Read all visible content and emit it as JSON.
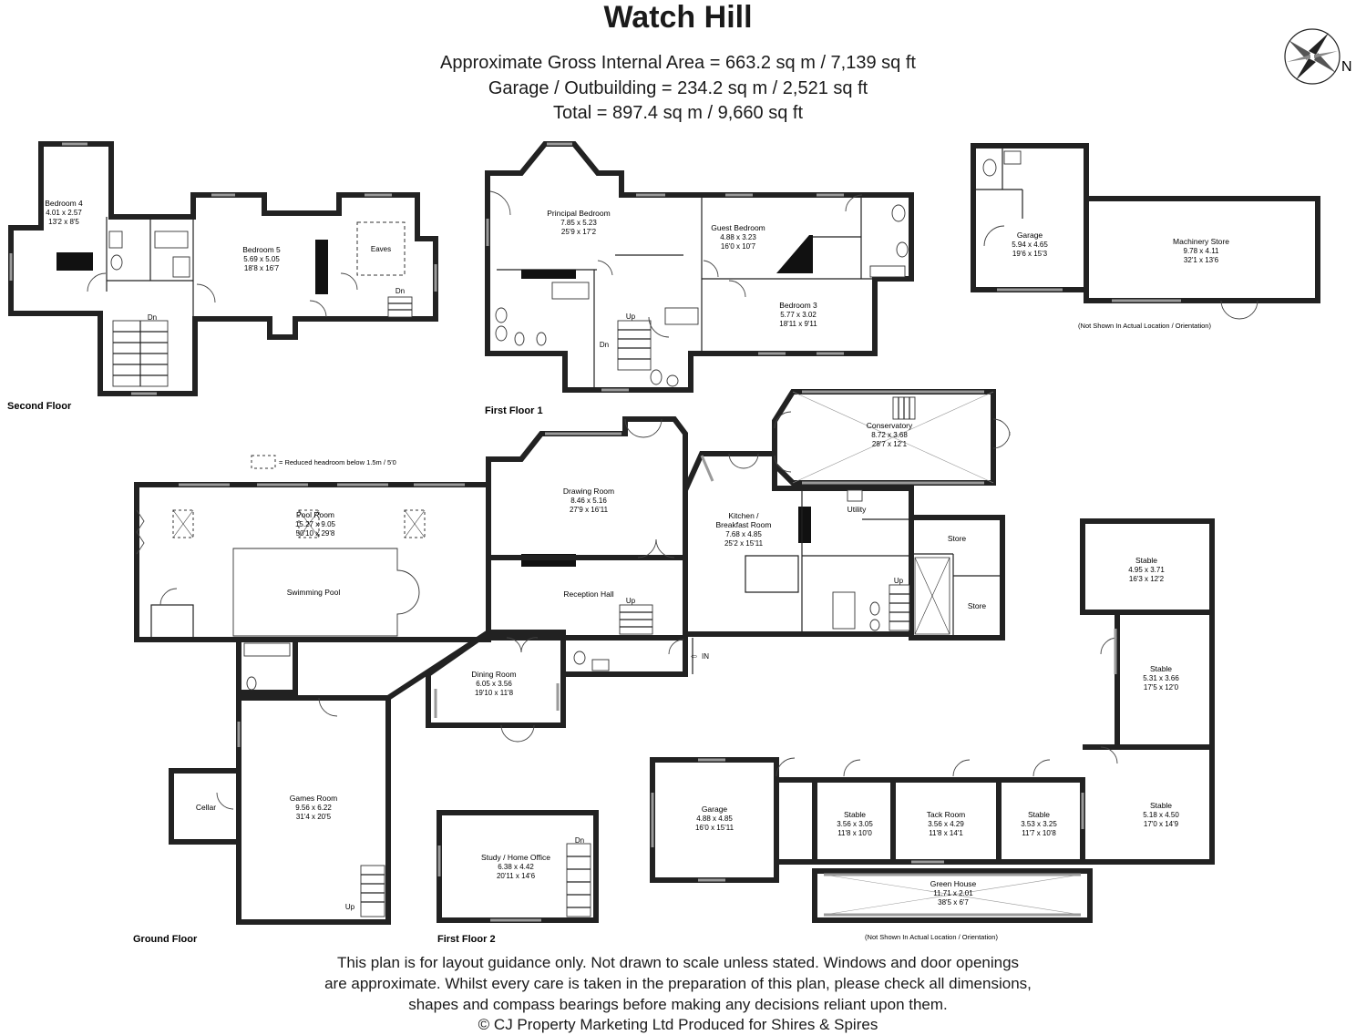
{
  "header": {
    "title": "Watch Hill",
    "area_lines": [
      "Approximate Gross Internal Area = 663.2 sq m / 7,139 sq ft",
      "Garage / Outbuilding = 234.2 sq m / 2,521 sq ft",
      "Total = 897.4 sq m / 9,660 sq ft"
    ],
    "compass_label": "N"
  },
  "floors": {
    "second": "Second Floor",
    "first1": "First Floor 1",
    "ground": "Ground Floor",
    "first2": "First Floor 2"
  },
  "notes": {
    "headroom": "= Reduced headroom below 1.5m / 5'0",
    "not_shown_1": "(Not Shown In Actual Location / Orientation)",
    "not_shown_2": "(Not Shown In Actual Location / Orientation)"
  },
  "marks": {
    "dn": "Dn",
    "up": "Up",
    "in": "IN",
    "eaves": "Eaves"
  },
  "rooms": {
    "bedroom4": {
      "name": "Bedroom 4",
      "m": "4.01 x 2.57",
      "ft": "13'2 x 8'5"
    },
    "bedroom5": {
      "name": "Bedroom 5",
      "m": "5.69 x 5.05",
      "ft": "18'8 x 16'7"
    },
    "principal": {
      "name": "Principal Bedroom",
      "m": "7.85 x 5.23",
      "ft": "25'9 x 17'2"
    },
    "guest": {
      "name": "Guest Bedroom",
      "m": "4.88 x 3.23",
      "ft": "16'0 x 10'7"
    },
    "bedroom3": {
      "name": "Bedroom 3",
      "m": "5.77 x 3.02",
      "ft": "18'11 x 9'11"
    },
    "garage_top": {
      "name": "Garage",
      "m": "5.94 x 4.65",
      "ft": "19'6 x 15'3"
    },
    "machinery": {
      "name": "Machinery Store",
      "m": "9.78 x 4.11",
      "ft": "32'1 x 13'6"
    },
    "pool_room": {
      "name": "Pool Room",
      "m": "15.27 x 9.05",
      "ft": "50'10 x 29'8"
    },
    "swimming_pool": {
      "name": "Swimming Pool"
    },
    "drawing": {
      "name": "Drawing Room",
      "m": "8.46 x 5.16",
      "ft": "27'9 x 16'11"
    },
    "conservatory": {
      "name": "Conservatory",
      "m": "8.72 x 3.68",
      "ft": "28'7 x 12'1"
    },
    "kitchen": {
      "name1": "Kitchen /",
      "name2": "Breakfast Room",
      "m": "7.68 x 4.85",
      "ft": "25'2 x 15'11"
    },
    "utility": {
      "name": "Utility"
    },
    "store1": {
      "name": "Store"
    },
    "store2": {
      "name": "Store"
    },
    "reception": {
      "name": "Reception Hall"
    },
    "dining": {
      "name": "Dining Room",
      "m": "6.05 x 3.56",
      "ft": "19'10 x 11'8"
    },
    "games": {
      "name": "Games Room",
      "m": "9.56 x 6.22",
      "ft": "31'4 x 20'5"
    },
    "cellar": {
      "name": "Cellar"
    },
    "study": {
      "name": "Study / Home Office",
      "m": "6.38 x 4.42",
      "ft": "20'11 x 14'6"
    },
    "garage_bottom": {
      "name": "Garage",
      "m": "4.88 x 4.85",
      "ft": "16'0 x 15'11"
    },
    "stable_a": {
      "name": "Stable",
      "m": "3.56 x 3.05",
      "ft": "11'8 x 10'0"
    },
    "tack": {
      "name": "Tack Room",
      "m": "3.56 x 4.29",
      "ft": "11'8 x 14'1"
    },
    "stable_b": {
      "name": "Stable",
      "m": "3.53 x 3.25",
      "ft": "11'7 x 10'8"
    },
    "stable_c": {
      "name": "Stable",
      "m": "5.18 x 4.50",
      "ft": "17'0 x 14'9"
    },
    "stable_d": {
      "name": "Stable",
      "m": "4.95 x 3.71",
      "ft": "16'3 x 12'2"
    },
    "stable_e": {
      "name": "Stable",
      "m": "5.31 x 3.66",
      "ft": "17'5 x 12'0"
    },
    "greenhouse": {
      "name": "Green House",
      "m": "11.71 x 2.01",
      "ft": "38'5 x 6'7"
    }
  },
  "footer": {
    "lines": [
      "This plan is for layout guidance only. Not drawn to scale unless stated. Windows and door openings",
      "are approximate. Whilst every care is taken in the preparation of this plan, please check all dimensions,",
      "shapes and compass bearings before making any decisions reliant upon them."
    ],
    "copyright": "© CJ Property Marketing Ltd Produced for Shires & Spires"
  }
}
